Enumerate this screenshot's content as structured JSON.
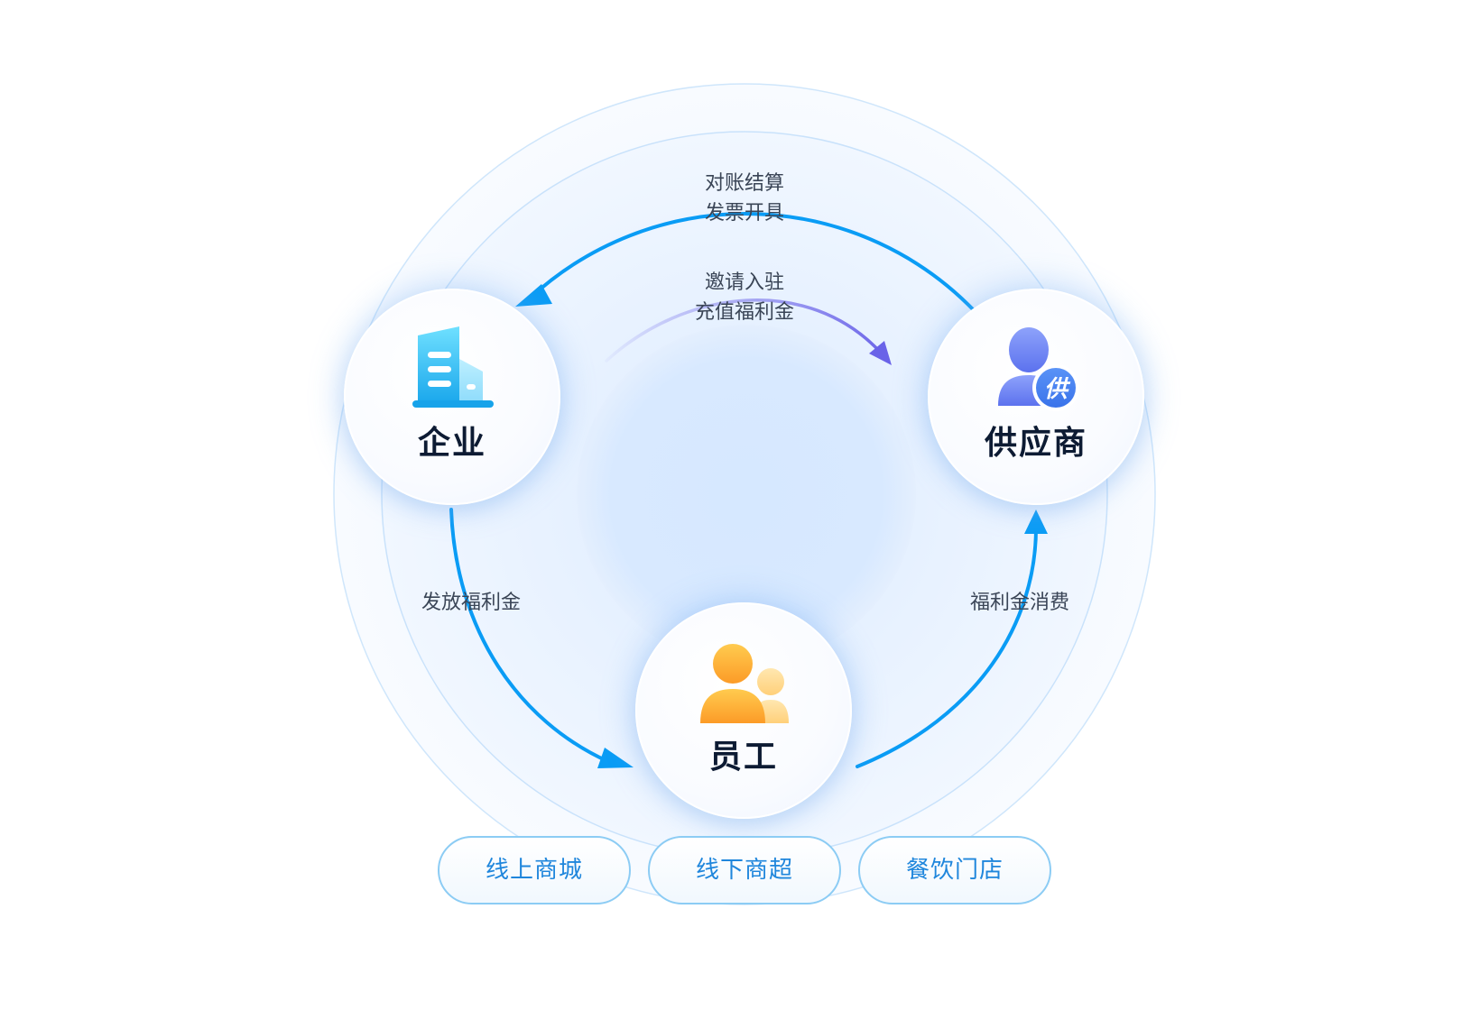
{
  "nodes": {
    "enterprise": {
      "label": "企业",
      "icon": "building-icon"
    },
    "supplier": {
      "label": "供应商",
      "icon": "supplier-person-icon",
      "badge": "供"
    },
    "employee": {
      "label": "员工",
      "icon": "people-icon"
    }
  },
  "edges": {
    "supplier_to_enterprise": {
      "line1": "对账结算",
      "line2": "发票开具"
    },
    "enterprise_to_supplier": {
      "line1": "邀请入驻",
      "line2": "充值福利金"
    },
    "enterprise_to_employee": {
      "label": "发放福利金"
    },
    "employee_to_supplier": {
      "label": "福利金消费"
    }
  },
  "channels": [
    {
      "label": "线上商城"
    },
    {
      "label": "线下商超"
    },
    {
      "label": "餐饮门店"
    }
  ],
  "colors": {
    "arrow_blue": "#0a9cf5",
    "arrow_purple": "#6a63e8",
    "node_text": "#0d1b33",
    "edge_text": "#3a4556",
    "pill_text": "#1f86dc",
    "pill_border": "#8cccf4"
  }
}
